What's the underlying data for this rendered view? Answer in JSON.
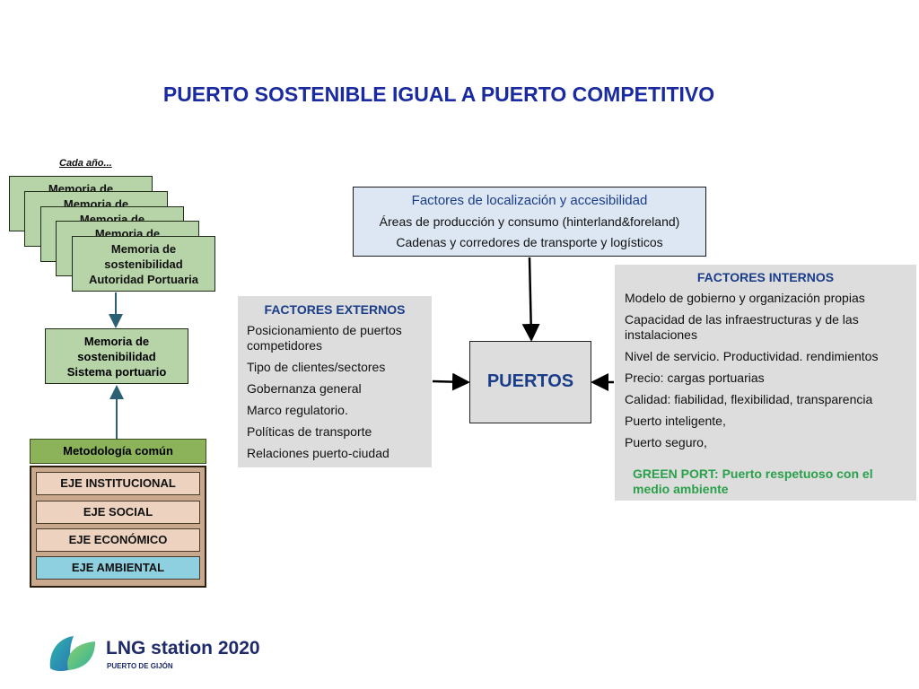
{
  "title": "PUERTO SOSTENIBLE IGUAL A PUERTO COMPETITIVO",
  "left": {
    "cada": "Cada año...",
    "memoria_stack_label": "Memoria de sostenibilidad Autoridad Portuaria",
    "memoria_stack_lines": [
      "Memoria de",
      "sostenibilidad",
      "Autoridad Portuaria"
    ],
    "memoria_sistema_lines": [
      "Memoria de",
      "sostenibilidad",
      "Sistema portuario"
    ],
    "metodologia": "Metodología común",
    "ejes": [
      "EJE INSTITUCIONAL",
      "EJE SOCIAL",
      "EJE ECONÓMICO",
      "EJE AMBIENTAL"
    ]
  },
  "localizacion": {
    "header": "Factores de localización y accesibilidad",
    "lines": [
      "Áreas de producción y consumo (hinterland&foreland)",
      "Cadenas y corredores de transporte y logísticos"
    ]
  },
  "externos": {
    "header": "FACTORES EXTERNOS",
    "items": [
      "Posicionamiento de puertos competidores",
      "Tipo de clientes/sectores",
      "Gobernanza general",
      "Marco regulatorio.",
      "Políticas de transporte",
      "Relaciones puerto-ciudad"
    ]
  },
  "center": {
    "label": "PUERTOS"
  },
  "internos": {
    "header": "FACTORES INTERNOS",
    "items": [
      "Modelo de gobierno y organización propias",
      "Capacidad de las infraestructuras y de las instalaciones",
      "Nivel de servicio. Productividad. rendimientos",
      "Precio: cargas portuarias",
      "Calidad: fiabilidad, flexibilidad, transparencia",
      "Puerto inteligente,",
      "Puerto seguro,"
    ],
    "green": "GREEN PORT: Puerto respetuoso con el medio ambiente"
  },
  "logo": {
    "name": "LNG station 2020",
    "sub": "PUERTO DE GIJÓN"
  },
  "colors": {
    "title": "#1a2aa0",
    "header_blue": "#1a3d8a",
    "green": "#2aa04a",
    "memo_green": "#b7d3a8"
  }
}
